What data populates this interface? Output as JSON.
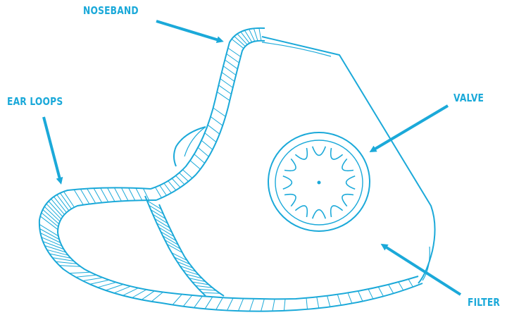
{
  "colors": {
    "line": "#1ba9d9",
    "label": "#1ba9d9",
    "background": "#ffffff"
  },
  "labels": {
    "noseband": "NOSEBAND",
    "ear_loops": "EAR LOOPS",
    "valve": "VALVE",
    "filter": "FILTER"
  }
}
